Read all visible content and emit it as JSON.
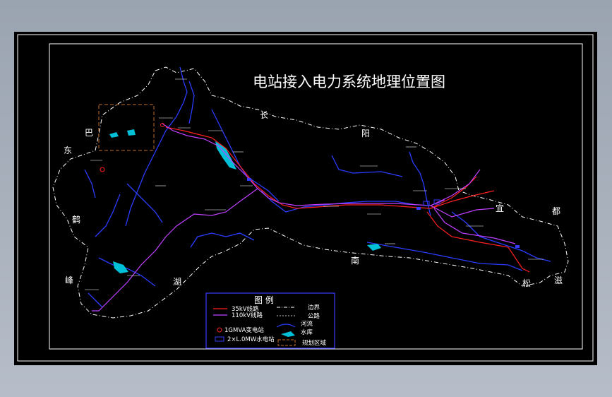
{
  "title": "电站接入电力系统地理位置图",
  "region_labels": [
    "长",
    "阳",
    "巴",
    "东",
    "宜",
    "都",
    "南",
    "峰",
    "湖",
    "松",
    "滋",
    "鹤"
  ],
  "legend": {
    "heading": "图 例",
    "items": {
      "line35": "35kV线路",
      "line110": "110kV线路",
      "substation": "1GMVA变电站",
      "hydro": "2×L.0MW水电站",
      "boundary": "边界",
      "road": "公路",
      "river": "河流",
      "reservoir": "水库",
      "planning": "规划区域"
    }
  },
  "colors": {
    "background": "#000000",
    "line35": "#ff2020",
    "line110": "#c040ff",
    "river": "#2a3cff",
    "reservoir": "#00c0d8",
    "boundary": "#ffffff",
    "planning": "#c07030",
    "legend_border": "#3a3aff"
  }
}
